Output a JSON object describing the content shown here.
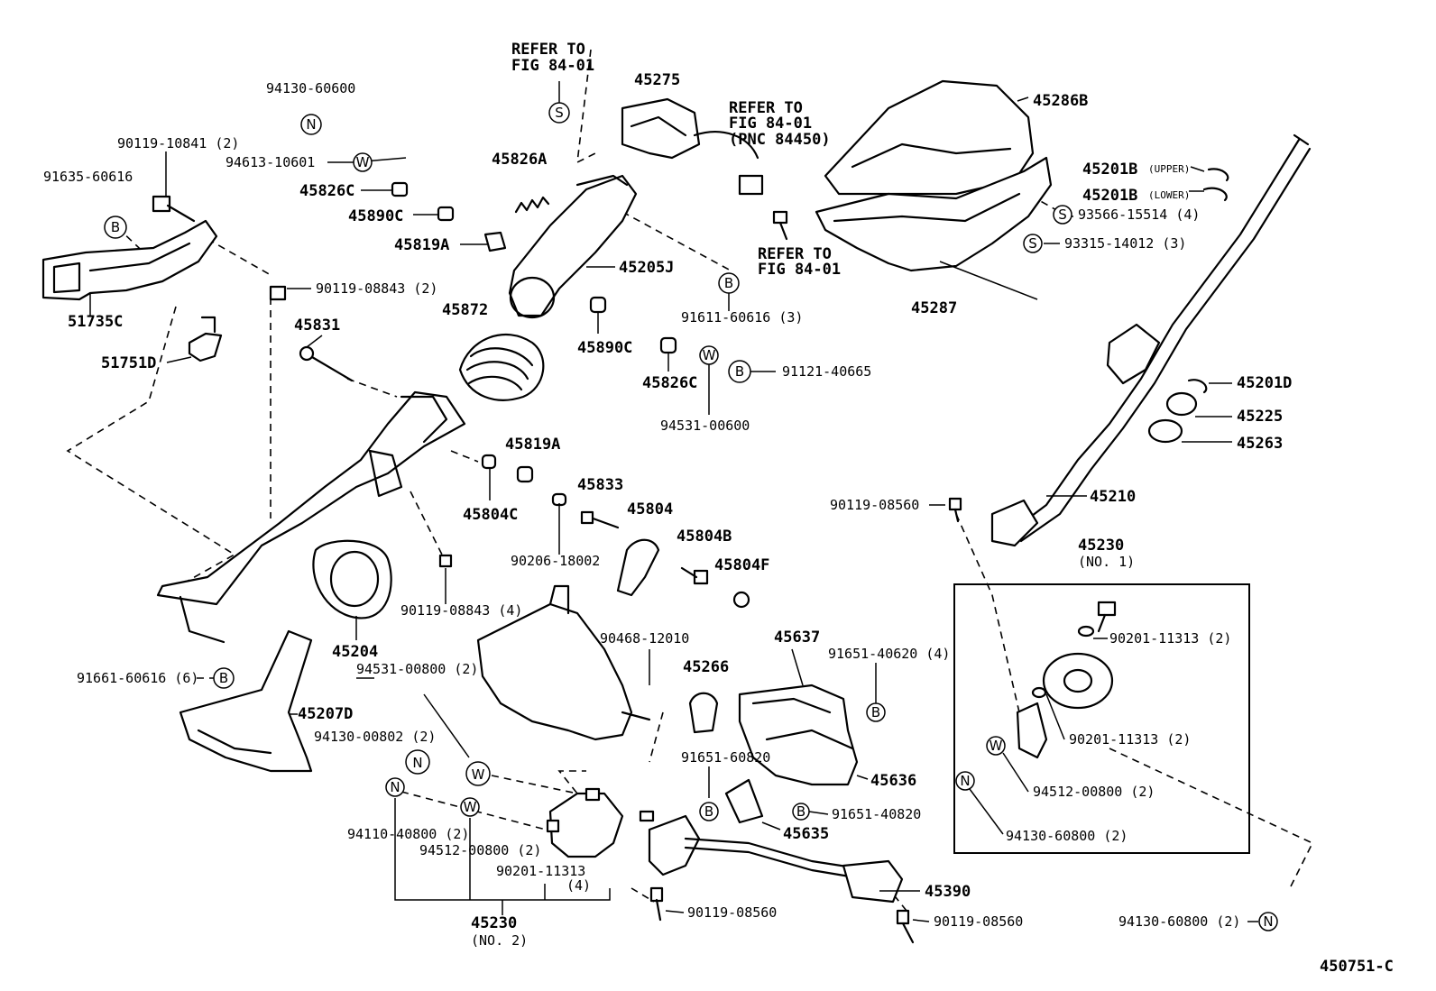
{
  "labels": {
    "l94130_60600": "94130-60600",
    "l90119_10841": "90119-10841 (2)",
    "l91635_60616": "91635-60616",
    "l94613_10601": "94613-10601",
    "l45826C_a": "45826C",
    "l45890C_a": "45890C",
    "l45819A_a": "45819A",
    "l90119_08843_2": "90119-08843 (2)",
    "l51735C": "51735C",
    "l51751D": "51751D",
    "l45831": "45831",
    "l45826A": "45826A",
    "l45275": "45275",
    "l45205J": "45205J",
    "l45872": "45872",
    "l45890C_b": "45890C",
    "l45826C_b": "45826C",
    "l91611_60616": "91611-60616 (3)",
    "l91121_40665": "91121-40665",
    "l94531_00600": "94531-00600",
    "l45819A_b": "45819A",
    "l45804C": "45804C",
    "l45833": "45833",
    "l45804": "45804",
    "l90206_18002": "90206-18002",
    "l45804B": "45804B",
    "l45804F": "45804F",
    "l90119_08843_4": "90119-08843 (4)",
    "l45204": "45204",
    "l90468_12010": "90468-12010",
    "l45266": "45266",
    "l45637": "45637",
    "l91651_40620": "91651-40620 (4)",
    "l45636": "45636",
    "l91651_60820": "91651-60820",
    "l91651_40820": "91651-40820",
    "l45635": "45635",
    "l91661_60616": "91661-60616 (6)",
    "l45207D": "45207D",
    "l94531_00800": "94531-00800 (2)",
    "l94130_00802": "94130-00802 (2)",
    "l94110_40800": "94110-40800 (2)",
    "l94512_00800_a": "94512-00800 (2)",
    "l90201_11313_4": "90201-11313",
    "l90201_11313_4b": "(4)",
    "l45230_no2": "45230",
    "l45230_no2b": "(NO. 2)",
    "l90119_08560_a": "90119-08560",
    "l45390": "45390",
    "l90119_08560_b": "90119-08560",
    "l45286B": "45286B",
    "l45201B_upper": "45201B",
    "l45201B_upper_tag": "(UPPER)",
    "l45201B_lower": "45201B",
    "l45201B_lower_tag": "(LOWER)",
    "l93566_15514": "93566-15514 (4)",
    "l93315_14012": "93315-14012 (3)",
    "l45287": "45287",
    "l45201D": "45201D",
    "l45225": "45225",
    "l45263": "45263",
    "l45210": "45210",
    "l90119_08560_c": "90119-08560",
    "l45230_no1": "45230",
    "l45230_no1b": "(NO. 1)",
    "l90201_11313_a": "90201-11313 (2)",
    "l90201_11313_b": "90201-11313 (2)",
    "l94512_00800_b": "94512-00800 (2)",
    "l94130_60800_a": "94130-60800 (2)",
    "l94130_60800_b": "94130-60800 (2)",
    "ref1a": "REFER TO",
    "ref1b": "FIG 84-01",
    "ref2a": "REFER TO",
    "ref2b": "FIG 84-01",
    "ref2c": "(PNC 84450)",
    "ref3a": "REFER TO",
    "ref3b": "FIG 84-01",
    "figure_id": "450751-C"
  },
  "symbols": {
    "N": "N",
    "W": "W",
    "B": "B",
    "S": "S"
  }
}
